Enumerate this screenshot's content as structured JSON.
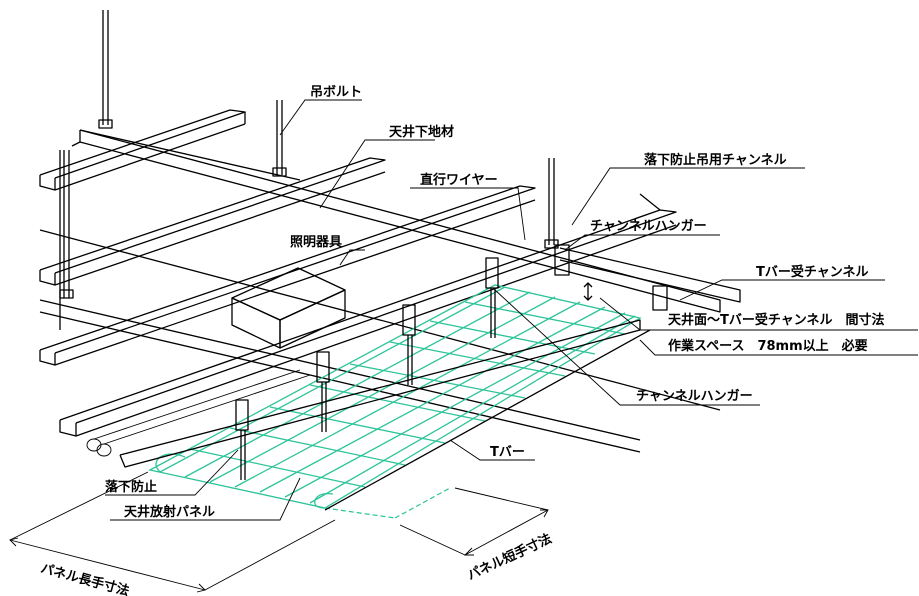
{
  "labels": {
    "hanging_bolt": "吊ボルト",
    "ceiling_frame": "天井下地材",
    "cross_wire": "直行ワイヤー",
    "drop_prevention_channel": "落下防止吊用チャンネル",
    "channel_hanger_top": "チャンネルハンガー",
    "lighting_fixture": "照明器具",
    "tbar_channel": "Tバー受チャンネル",
    "clearance_line1": "天井面～Tバー受チャンネル　間寸法",
    "clearance_line2": "作業スペース　78mm以上　必要",
    "channel_hanger_bottom": "チャンネルハンガー",
    "tbar": "Tバー",
    "drop_prevention": "落下防止",
    "radiant_panel": "天井放射パネル",
    "panel_long": "パネル長手寸法",
    "panel_short": "パネル短手寸法"
  },
  "colors": {
    "panel": "#2ec49a",
    "line": "#000000"
  }
}
